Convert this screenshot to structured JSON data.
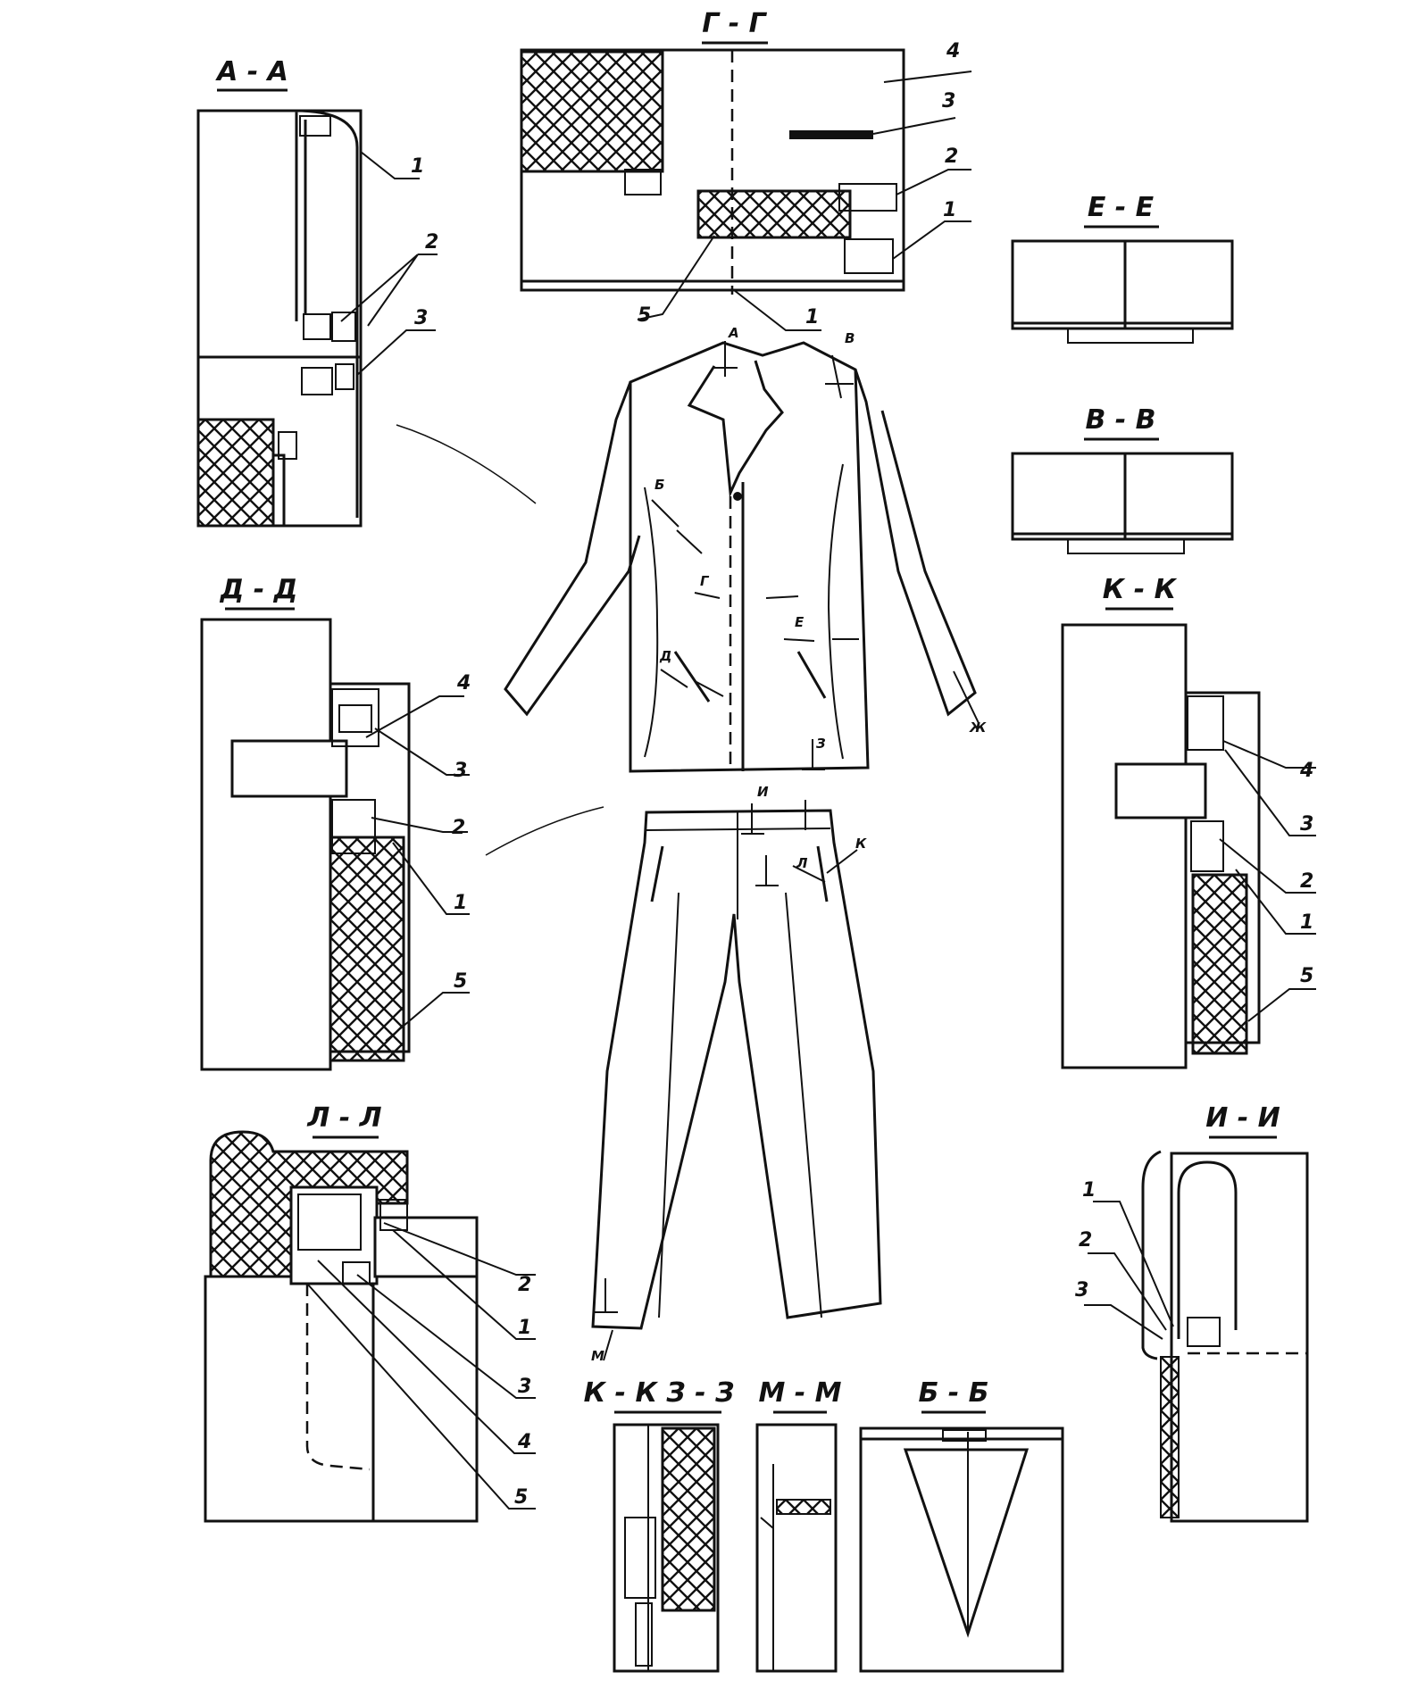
{
  "sections": {
    "aa_top": "А - А",
    "gg": "Г - Г",
    "ee": "Е - Е",
    "vv": "В - В",
    "dd": "Д - Д",
    "kk_right": "К - К",
    "aa_bottom": "Л - Л",
    "ii": "И - И",
    "kk_zz": "К - К   З - З",
    "mm": "М - М",
    "bb": "Б - Б"
  },
  "callouts": {
    "aa_top": [
      "1",
      "2",
      "3"
    ],
    "gg": [
      "4",
      "3",
      "2",
      "1",
      "5",
      "1"
    ],
    "dd": [
      "4",
      "3",
      "2",
      "1",
      "5"
    ],
    "kk_right": [
      "4",
      "3",
      "2",
      "1",
      "5"
    ],
    "aa_bottom": [
      "2",
      "1",
      "3",
      "4",
      "5"
    ],
    "ii": [
      "1",
      "2",
      "3"
    ]
  },
  "garment_marks": [
    "А",
    "В",
    "Б",
    "Г",
    "Д",
    "Е",
    "Ж",
    "З",
    "И",
    "К",
    "Л",
    "М"
  ]
}
